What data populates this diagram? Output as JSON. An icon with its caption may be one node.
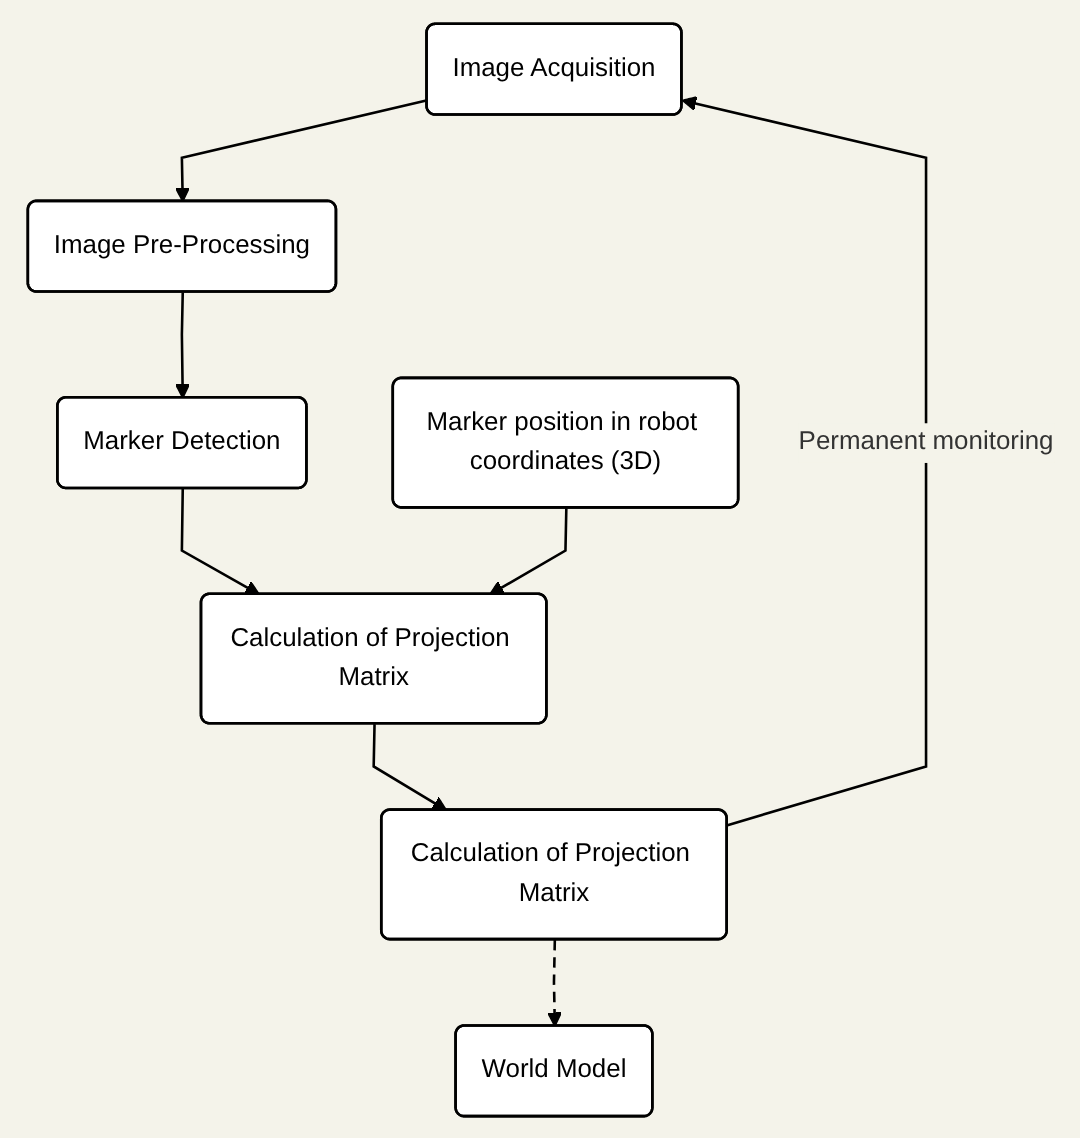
{
  "diagram": {
    "nodes": [
      {
        "text": [
          "Image Acquisition"
        ]
      },
      {
        "text": [
          "Image Pre-Processing"
        ]
      },
      {
        "text": [
          "Marker Detection"
        ]
      },
      {
        "text": [
          "Marker position in robot coordinates (3D)"
        ]
      },
      {
        "text": [
          "Calculation of Projection Matrix"
        ]
      },
      {
        "text": [
          "Calculation of Projection Matrix"
        ]
      },
      {
        "text": [
          "World Model"
        ]
      }
    ],
    "edges": [
      {
        "from": 0,
        "to": 1,
        "arrow": "to"
      },
      {
        "from": 1,
        "to": 2,
        "arrow": "to"
      },
      {
        "from": 2,
        "to": 4,
        "arrow": "to"
      },
      {
        "from": 3,
        "to": 4,
        "arrow": "to"
      },
      {
        "from": 4,
        "to": 5,
        "arrow": "to"
      },
      {
        "from": 5,
        "to": 6,
        "arrow": "to",
        "style": "dashed"
      },
      {
        "from": 5,
        "to": 0,
        "arrow": "to",
        "label": "Permanent monitoring"
      }
    ]
  }
}
